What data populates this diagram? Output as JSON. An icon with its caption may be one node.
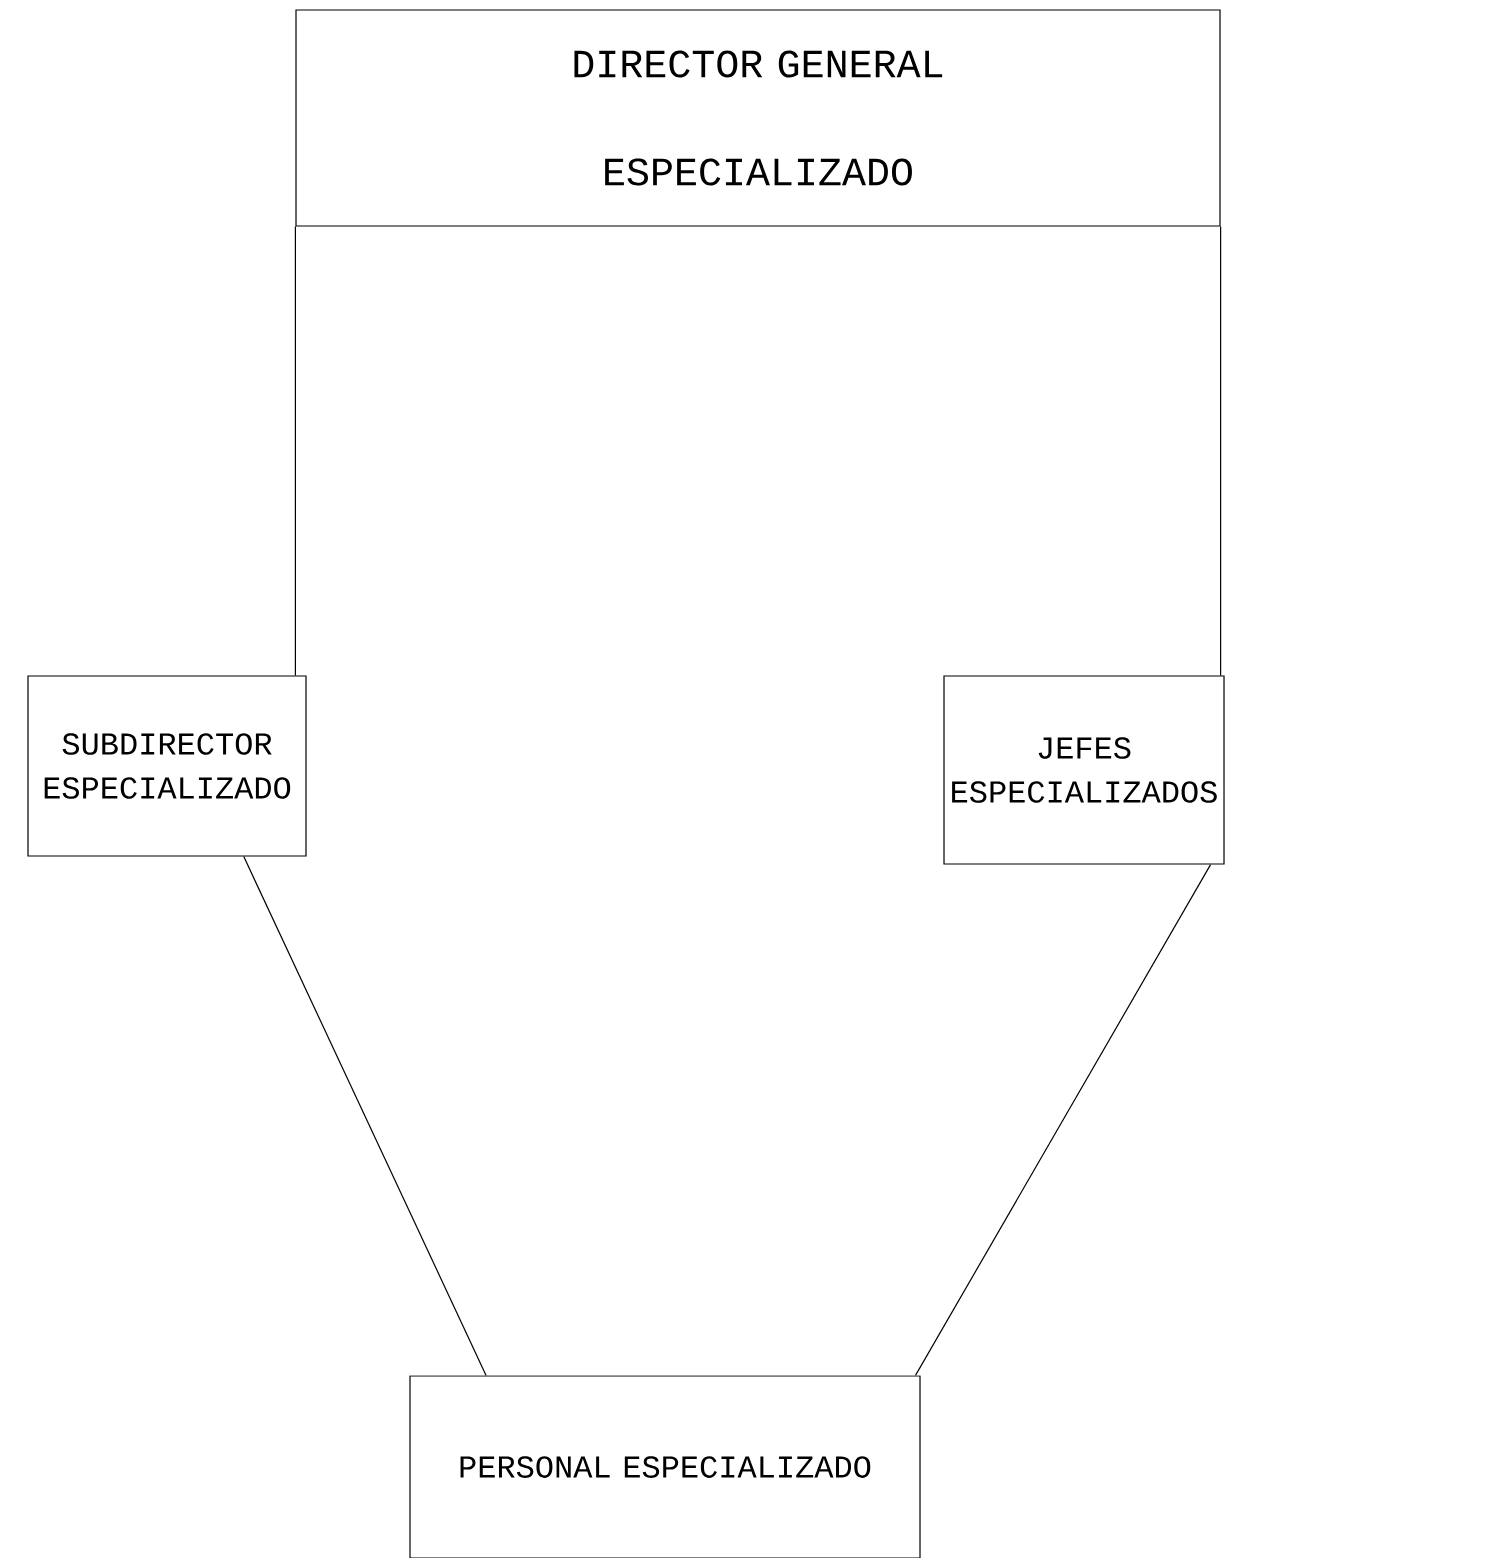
{
  "diagram": {
    "nodes": [
      {
        "text": [
          "DIRECTOR GENERAL ESPECIALIZADO"
        ]
      },
      {
        "text": [
          "SUBDIRECTOR ESPECIALIZADO"
        ]
      },
      {
        "text": [
          "JEFES ESPECIALIZADOS"
        ]
      },
      {
        "text": [
          "PERSONAL ESPECIALIZADO"
        ]
      }
    ],
    "edges": [
      {
        "from": 0,
        "to": 1,
        "arrow": "none"
      },
      {
        "from": 0,
        "to": 2,
        "arrow": "none"
      },
      {
        "from": 1,
        "to": 3,
        "arrow": "none"
      },
      {
        "from": 2,
        "to": 3,
        "arrow": "none"
      }
    ]
  }
}
